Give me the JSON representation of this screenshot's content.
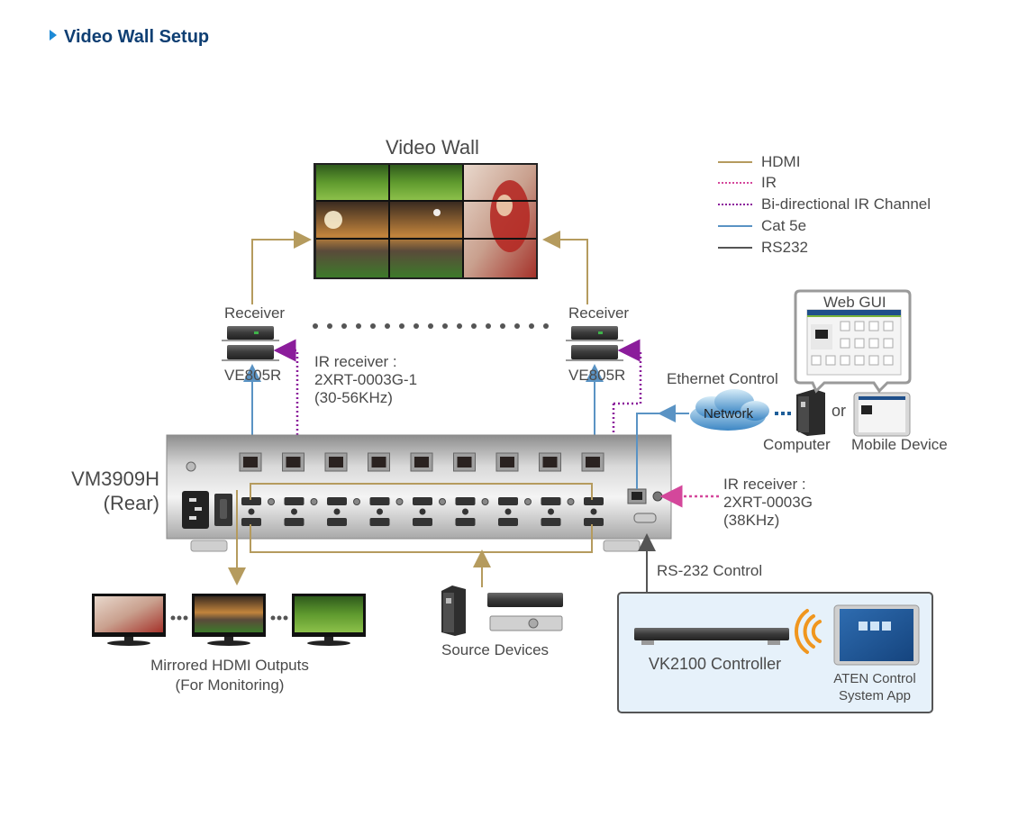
{
  "header": {
    "title": "Video Wall Setup"
  },
  "legend": {
    "items": [
      {
        "label": "HDMI",
        "color": "#b59b5e",
        "style": "solid"
      },
      {
        "label": "IR",
        "color": "#d4479b",
        "style": "dotted"
      },
      {
        "label": "Bi-directional IR Channel",
        "color": "#8b1d9b",
        "style": "dotted"
      },
      {
        "label": "Cat 5e",
        "color": "#5a93c4",
        "style": "solid"
      },
      {
        "label": "RS232",
        "color": "#555555",
        "style": "solid"
      }
    ]
  },
  "video_wall": {
    "label": "Video Wall",
    "grid": "3x3"
  },
  "receivers": {
    "left": {
      "title": "Receiver",
      "model": "VE805R"
    },
    "right": {
      "title": "Receiver",
      "model": "VE805R"
    }
  },
  "ir_receiver_top": {
    "line1": "IR receiver :",
    "line2": "2XRT-0003G-1",
    "line3": "(30-56KHz)"
  },
  "ir_receiver_right": {
    "line1": "IR receiver :",
    "line2": "2XRT-0003G",
    "line3": "(38KHz)"
  },
  "device": {
    "model": "VM3909H",
    "side": "(Rear)",
    "rj45_ports": 9,
    "hdmi_out_ports": 9
  },
  "ethernet": {
    "label": "Ethernet Control",
    "network_label": "Network",
    "web_gui_label": "Web GUI",
    "computer_label": "Computer",
    "or_label": "or",
    "mobile_label": "Mobile Device"
  },
  "mirrored": {
    "line1": "Mirrored HDMI Outputs",
    "line2": "(For Monitoring)"
  },
  "sources": {
    "label": "Source Devices"
  },
  "rs232": {
    "label": "RS-232 Control"
  },
  "controller": {
    "label": "VK2100 Controller",
    "app_line1": "ATEN Control",
    "app_line2": "System App"
  },
  "colors": {
    "hdmi": "#b59b5e",
    "ir": "#d4479b",
    "bidir_ir": "#8b1d9b",
    "cat5e": "#5a93c4",
    "rs232": "#555555",
    "title": "#0f3f73",
    "accent": "#1d8ad6",
    "controller_bg": "#e6f1fa",
    "wifi": "#f0961e"
  }
}
